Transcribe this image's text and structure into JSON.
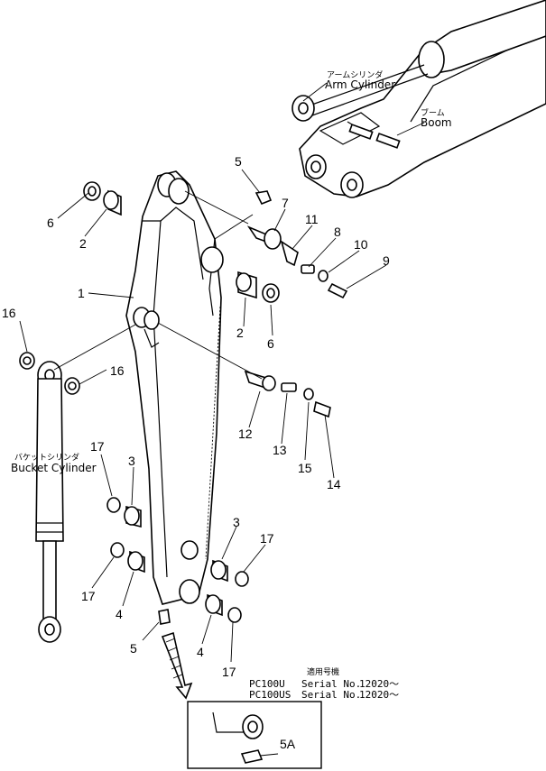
{
  "labels": {
    "arm_cylinder_jp": "アームシリンダ",
    "arm_cylinder_en": "Arm Cylinder",
    "boom_jp": "ブーム",
    "boom_en": "Boom",
    "bucket_cylinder_jp": "バケットシリンダ",
    "bucket_cylinder_en": "Bucket Cylinder"
  },
  "callouts": {
    "p1": "1",
    "p2a": "2",
    "p2b": "2",
    "p3a": "3",
    "p3b": "3",
    "p4a": "4",
    "p4b": "4",
    "p5a": "5",
    "p5b": "5",
    "p5A": "5A",
    "p6a": "6",
    "p6b": "6",
    "p7": "7",
    "p8": "8",
    "p9": "9",
    "p10": "10",
    "p11": "11",
    "p12": "12",
    "p13": "13",
    "p14": "14",
    "p15": "15",
    "p16a": "16",
    "p16b": "16",
    "p17a": "17",
    "p17b": "17",
    "p17c": "17",
    "p17d": "17"
  },
  "serial": {
    "header_jp": "適用号機",
    "row1_model": "PC100U",
    "row1_label": "Serial  No.",
    "row1_value": "12020～",
    "row2_model": "PC100US",
    "row2_label": "Serial  No.",
    "row2_value": "12020～"
  }
}
